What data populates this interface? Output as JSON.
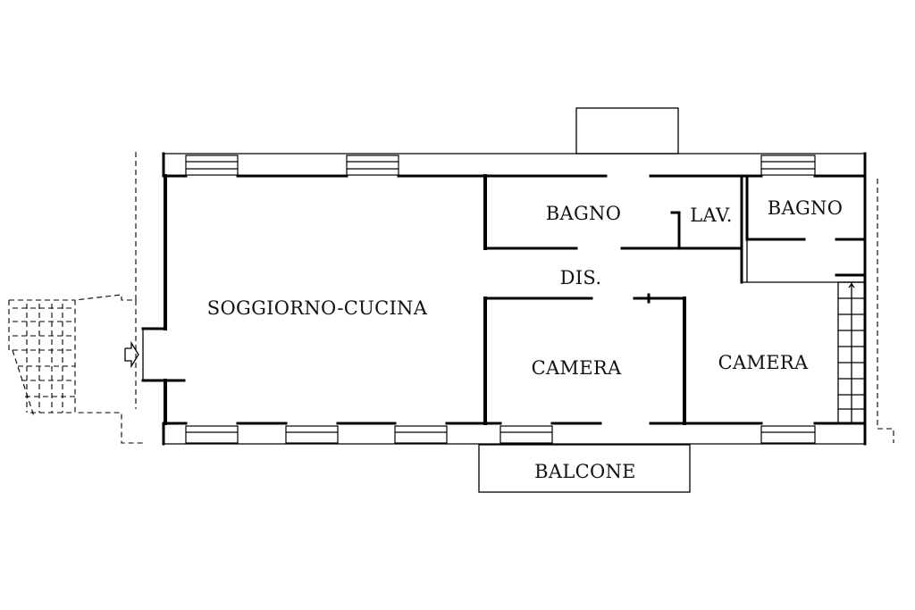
{
  "rooms": {
    "soggiorno": "SOGGIORNO-CUCINA",
    "bagno_1": "BAGNO",
    "lav": "LAV.",
    "bagno_2": "BAGNO",
    "dis": "DIS.",
    "camera_1": "CAMERA",
    "camera_2": "CAMERA",
    "balcone": "BALCONE"
  },
  "colors": {
    "line": "#000000",
    "background": "#ffffff"
  }
}
